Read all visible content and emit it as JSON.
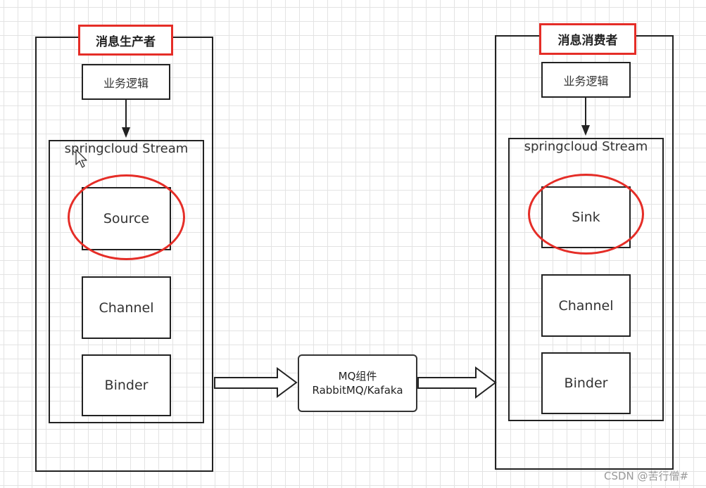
{
  "producer": {
    "title": "消息生产者",
    "logic_label": "业务逻辑",
    "stream_label": "springcloud Stream",
    "components": [
      "Source",
      "Channel",
      "Binder"
    ]
  },
  "consumer": {
    "title": "消息消费者",
    "logic_label": "业务逻辑",
    "stream_label": "springcloud Stream",
    "components": [
      "Sink",
      "Channel",
      "Binder"
    ]
  },
  "mq": {
    "line1": "MQ组件",
    "line2": "RabbitMQ/Kafaka"
  },
  "watermark": "CSDN @苦行僧#",
  "colors": {
    "highlight": "#e52d27",
    "border": "#222222",
    "grid": "#e3e3e3"
  }
}
